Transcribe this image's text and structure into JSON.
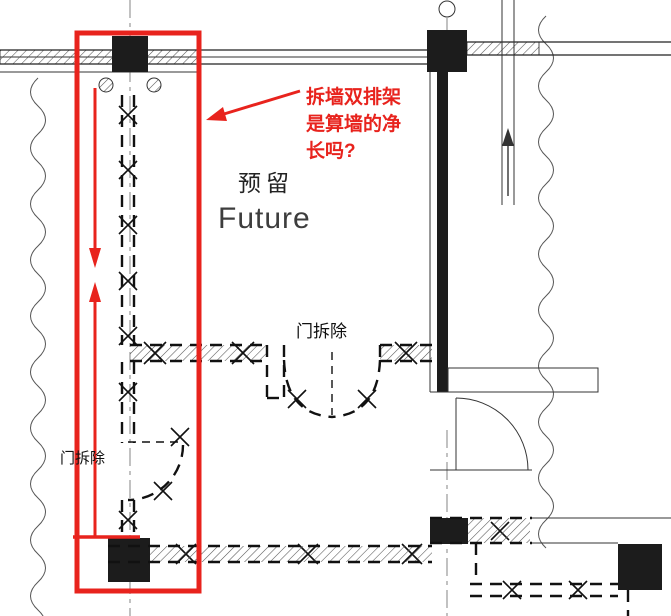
{
  "drawing": {
    "annotation": {
      "question_text": "拆墙双排架\n是算墙的净\n长吗?",
      "color": "#e8231d"
    },
    "labels": {
      "reserved_cn": "预留",
      "reserved_en": "Future",
      "door_demolition_center": "门拆除",
      "door_demolition_left": "门拆除"
    },
    "colors": {
      "line": "#1c1c1c",
      "hatch": "#555555",
      "background": "#ffffff"
    }
  }
}
